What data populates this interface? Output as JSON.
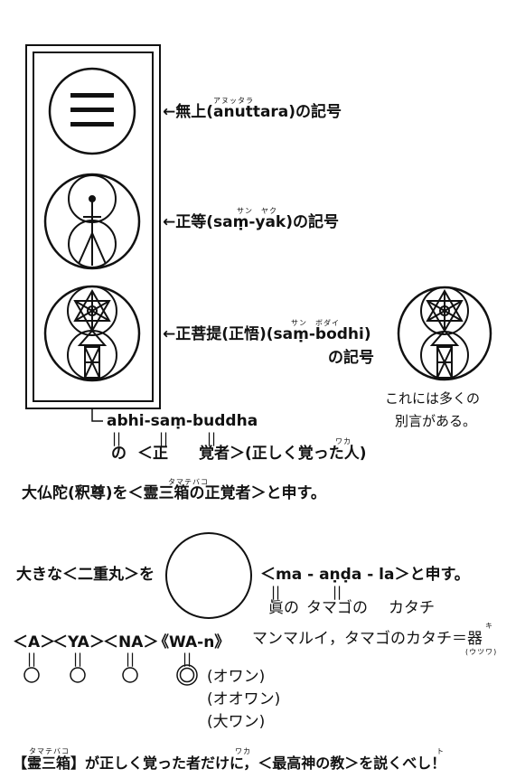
{
  "symbols": {
    "anuttara": {
      "label": "←無上(anuttara)の記号",
      "ruby": "アヌッタラ"
    },
    "samyak": {
      "label": "←正等(saṃ-yak)の記号",
      "ruby": "サン　ヤク"
    },
    "sambodhi": {
      "label": "←正菩提(正悟)(saṃ-bodhi)",
      "label2": "の記号",
      "ruby": "サン　ボダイ"
    },
    "side_note": [
      "これには多くの",
      "別言がある。"
    ]
  },
  "abhi": {
    "term": "abhi-saṃ-buddha",
    "equals": [
      "||",
      "||",
      "||"
    ],
    "gloss": [
      "の",
      "＜正",
      "覚者＞(正しく覚った人)"
    ],
    "ruby": "ワカ",
    "sentence": "大仏陀(釈尊)を＜霊三箱の正覚者＞と申す。",
    "sentence_ruby": "タマテバコ"
  },
  "mandala": {
    "prefix": "大きな＜二重丸＞を",
    "term": "＜ma - aṇḍa - la＞と申す。",
    "equals": [
      "||",
      "||"
    ],
    "gloss": [
      "眞の",
      "タマゴの",
      "カタチ"
    ],
    "line2": "マンマルイ，タマゴのカタチ＝器",
    "line2_ruby": "キ",
    "line2_paren": "(ウツワ)"
  },
  "sounds": {
    "labels": [
      "＜A＞",
      "＜YA＞",
      "＜NA＞",
      "《WA-n》"
    ],
    "equals": [
      "||",
      "||",
      "||",
      "||"
    ],
    "readings": [
      "(オワン)",
      "(オオワン)",
      "(大ワン)"
    ]
  },
  "footer": {
    "text": "【霊三箱】が正しく覚った者だけに，＜最高神の教＞を説くべし！",
    "ruby1": "タマテバコ",
    "ruby2": "ワカ",
    "ruby3": "ト"
  }
}
